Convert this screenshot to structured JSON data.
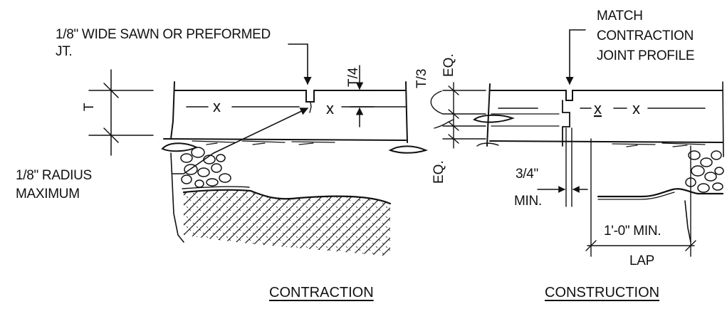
{
  "contraction": {
    "title": "CONTRACTION",
    "joint_note_line1": "1/8\" WIDE SAWN OR PREFORMED",
    "joint_note_line2": "JT.",
    "thickness": "T",
    "depth": "T/4",
    "radius_line1": "1/8\" RADIUS",
    "radius_line2": "MAXIMUM",
    "marker": "x"
  },
  "construction": {
    "title": "CONSTRUCTION",
    "match_line1": "MATCH",
    "match_line2": "CONTRACTION",
    "match_line3": "JOINT PROFILE",
    "key_depth": "T/3",
    "eq_top": "EQ.",
    "eq_bottom": "EQ.",
    "gap_value": "3/4\"",
    "gap_min": "MIN.",
    "lap_min": "1'-0\" MIN.",
    "lap": "LAP",
    "marker": "x"
  }
}
